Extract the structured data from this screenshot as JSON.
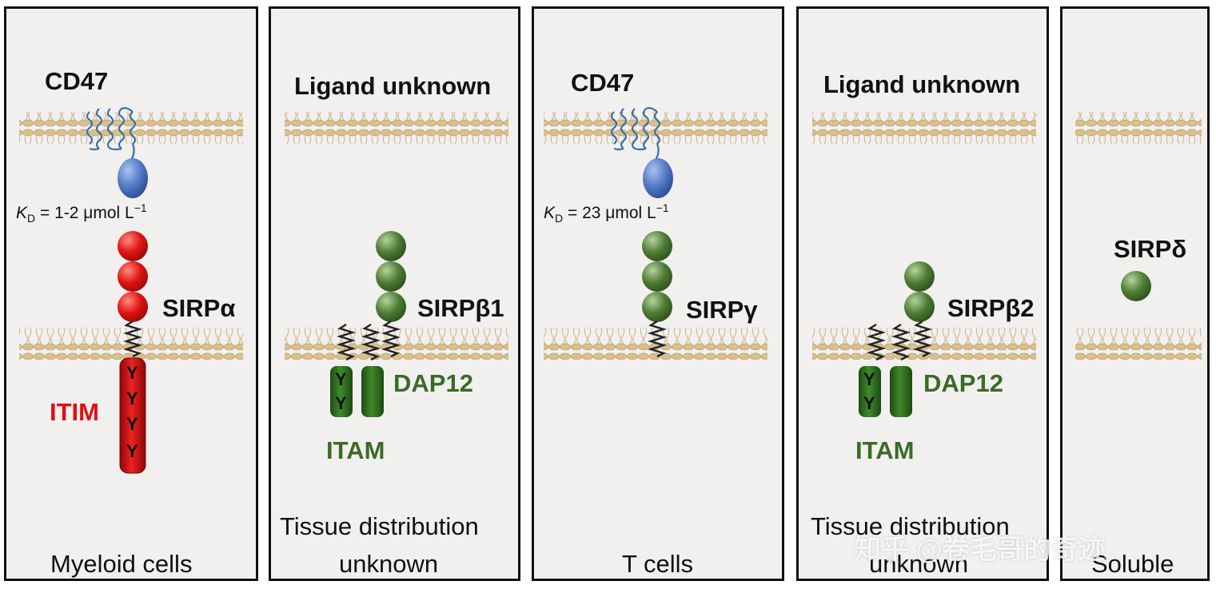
{
  "panels": [
    {
      "ligand": "CD47",
      "kd": {
        "prefix": "K",
        "sub": "D",
        "text": " = 1-2 μmol L",
        "sup": "−1"
      },
      "receptor": "SIRPα",
      "motif": "ITIM",
      "adaptor": "",
      "motif_y": [
        "Y",
        "Y",
        "Y",
        "Y"
      ],
      "bottom": [
        "Myeloid cells"
      ]
    },
    {
      "ligand": "Ligand unknown",
      "receptor": "SIRPβ1",
      "adaptor": "DAP12",
      "motif": "ITAM",
      "motif_y": [
        "Y",
        "Y"
      ],
      "bottom": [
        "Tissue distribution",
        "unknown"
      ]
    },
    {
      "ligand": "CD47",
      "kd": {
        "prefix": "K",
        "sub": "D",
        "text": " = 23 μmol L",
        "sup": "−1"
      },
      "receptor": "SIRPγ",
      "bottom": [
        "T cells"
      ]
    },
    {
      "ligand": "Ligand unknown",
      "receptor": "SIRPβ2",
      "adaptor": "DAP12",
      "motif": "ITAM",
      "motif_y": [
        "Y",
        "Y"
      ],
      "bottom": [
        "Tissue distribution",
        "unknown"
      ]
    },
    {
      "receptor": "SIRPδ",
      "bottom": [
        "Soluble"
      ]
    }
  ],
  "watermark": "知乎 @卷毛哥的奇迹",
  "colors": {
    "panel_bg": "#f1f0ef",
    "membrane": "#d9c08e",
    "cd47": "#5578c4",
    "sirp_alpha": "#e01010",
    "sirp_green": "#4d7a35",
    "adaptor": "#2f6a1e",
    "itim_text": "#e01010",
    "itam_text": "#3c6a26"
  }
}
